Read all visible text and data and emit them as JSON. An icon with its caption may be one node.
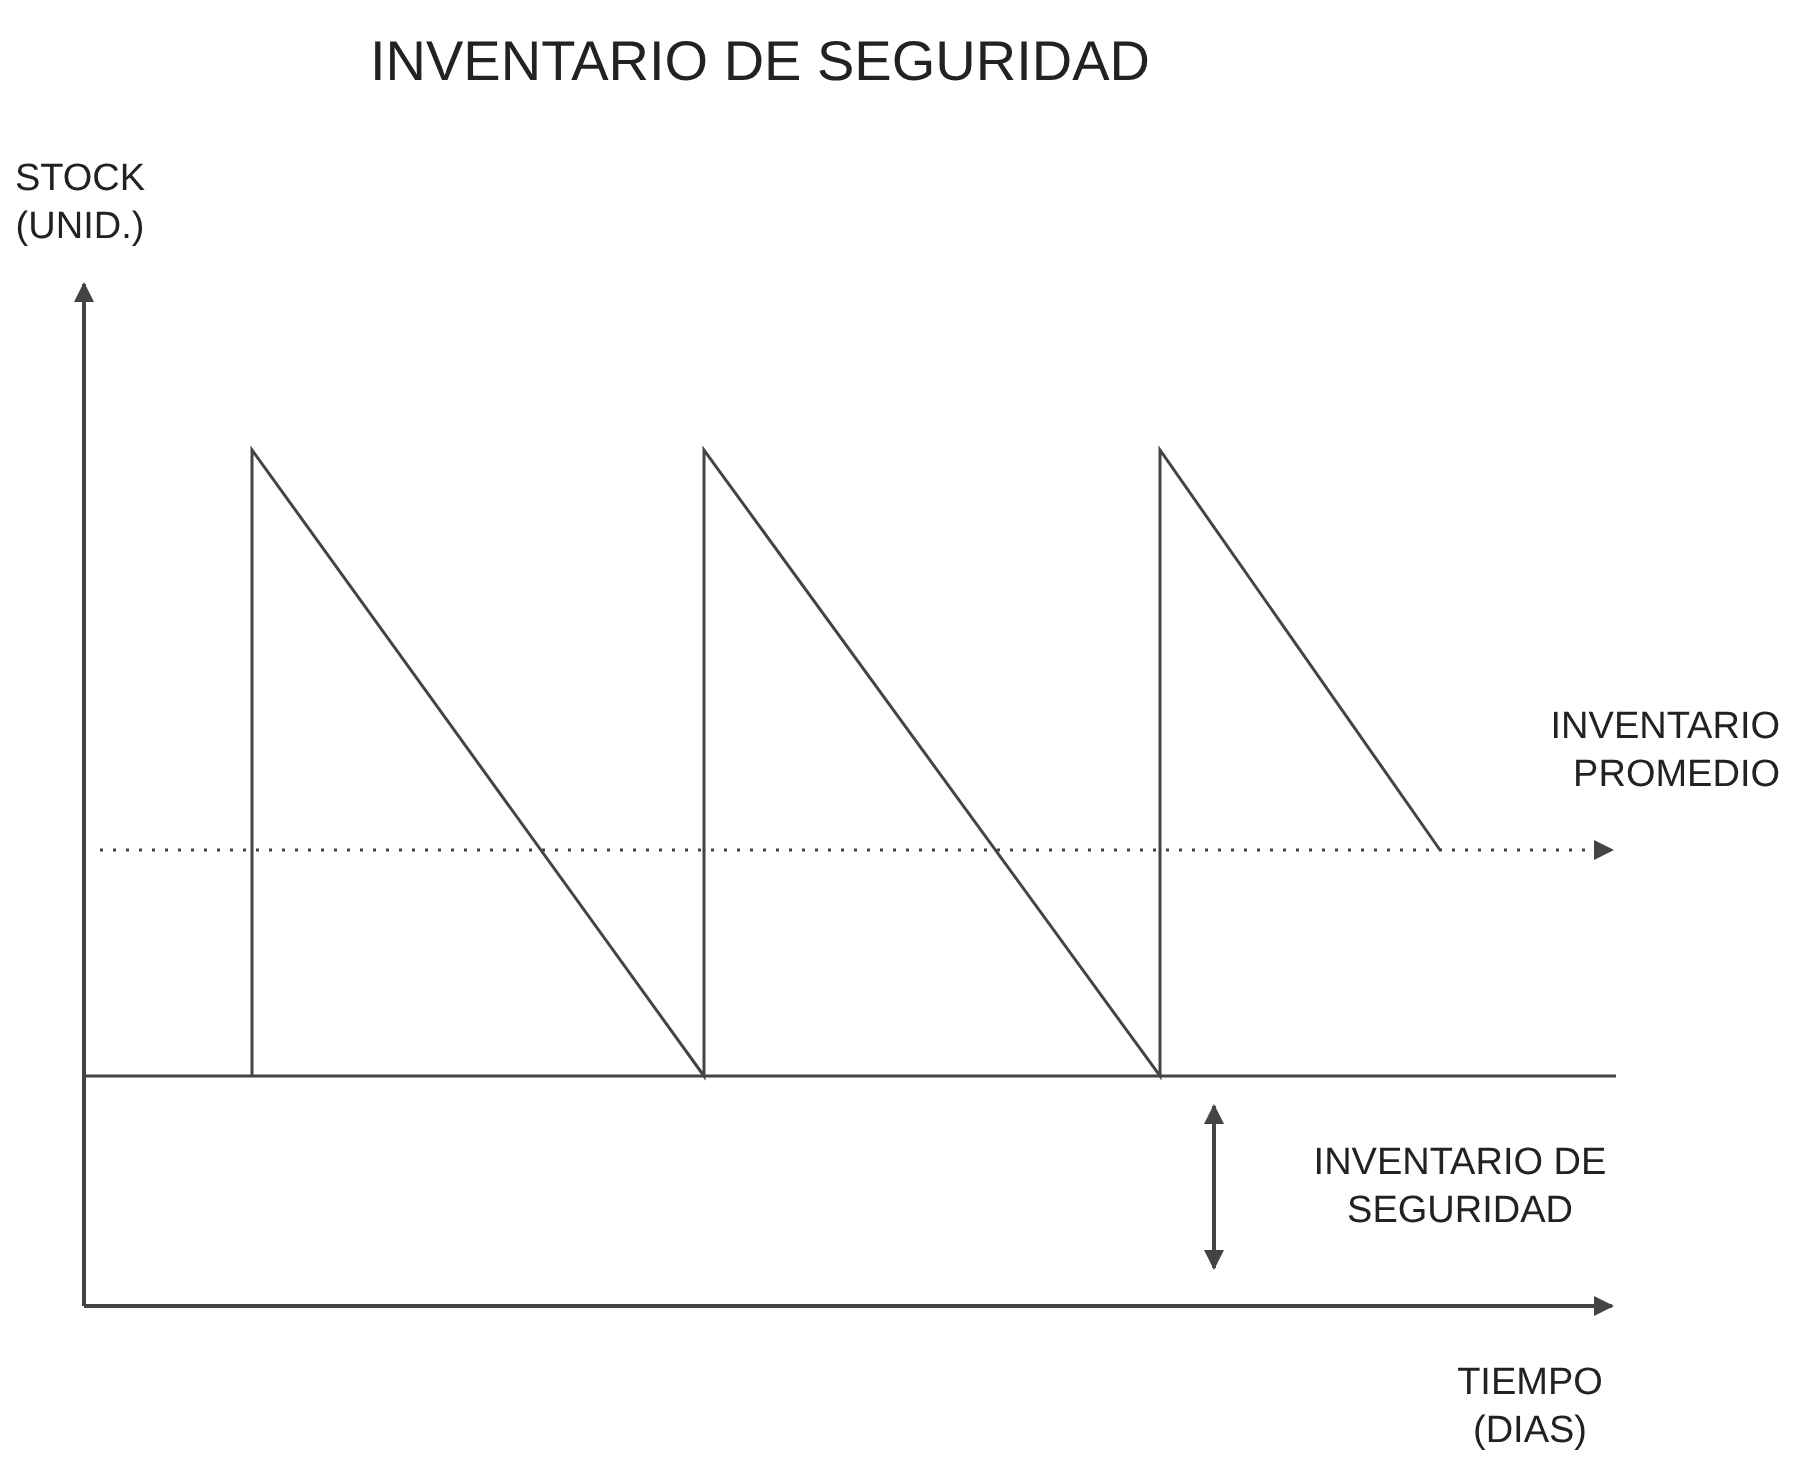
{
  "diagram": {
    "title": "INVENTARIO DE SEGURIDAD",
    "labels": [
      "STOCK (UNID.)",
      "INVENTARIO PROMEDIO",
      "INVENTARIO DE SEGURIDAD",
      "TIEMPO (DIAS)"
    ]
  }
}
